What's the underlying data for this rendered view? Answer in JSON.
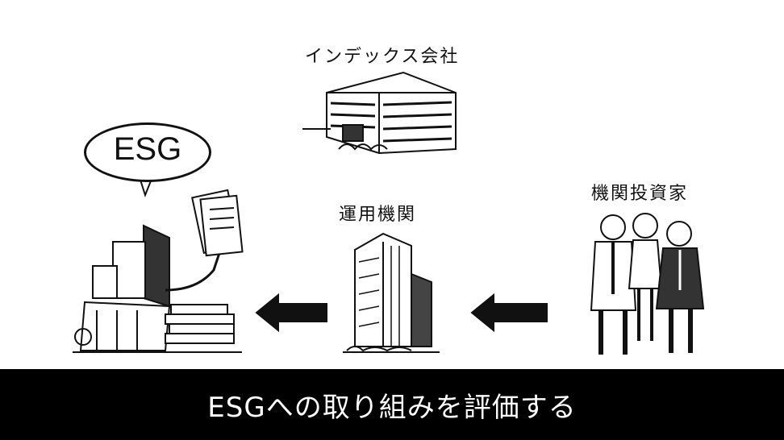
{
  "labels": {
    "index_company": "インデックス会社",
    "asset_manager": "運用機関",
    "institutional_investors": "機関投資家"
  },
  "bubble": {
    "text": "ESG"
  },
  "caption": "ESGへの取り組みを評価する",
  "colors": {
    "ink": "#111111",
    "background": "#ffffff",
    "caption_bar": "#000000",
    "caption_text": "#ffffff"
  }
}
